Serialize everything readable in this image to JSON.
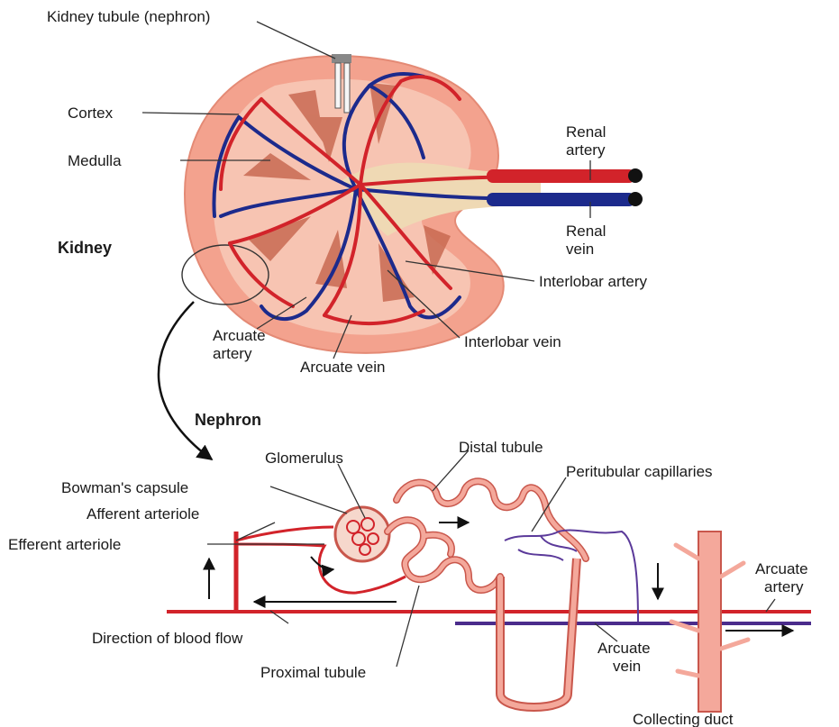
{
  "colors": {
    "artery": "#d2232a",
    "vein": "#1c2a8c",
    "kidney_outer": "#f3a28e",
    "kidney_inner": "#f7c4b2",
    "pelvis": "#efd9b4",
    "pyramid": "#c96a52",
    "tubule": "#f4a89b",
    "tubule_edge": "#c9574c"
  },
  "icons": [
    "zoom-circle-icon",
    "curved-arrow-icon",
    "flow-arrow-icon"
  ],
  "kidney": {
    "title": "Kidney",
    "labels": {
      "kidney_tubule": "Kidney tubule (nephron)",
      "cortex": "Cortex",
      "medulla": "Medulla",
      "renal_artery": [
        "Renal",
        "artery"
      ],
      "renal_vein": [
        "Renal",
        "vein"
      ],
      "interlobar_artery": "Interlobar artery",
      "interlobar_vein": "Interlobar vein",
      "arcuate_artery": [
        "Arcuate",
        "artery"
      ],
      "arcuate_vein": "Arcuate vein"
    }
  },
  "nephron": {
    "title": "Nephron",
    "labels": {
      "glomerulus": "Glomerulus",
      "distal_tubule": "Distal tubule",
      "peritubular_capillaries": "Peritubular capillaries",
      "bowmans_capsule": "Bowman's capsule",
      "afferent_arteriole": "Afferent arteriole",
      "efferent_arteriole": "Efferent arteriole",
      "direction_of_blood_flow": "Direction of blood flow",
      "proximal_tubule": "Proximal tubule",
      "arcuate_artery": [
        "Arcuate",
        "artery"
      ],
      "arcuate_vein": [
        "Arcuate",
        "vein"
      ],
      "collecting_duct": "Collecting duct"
    }
  }
}
